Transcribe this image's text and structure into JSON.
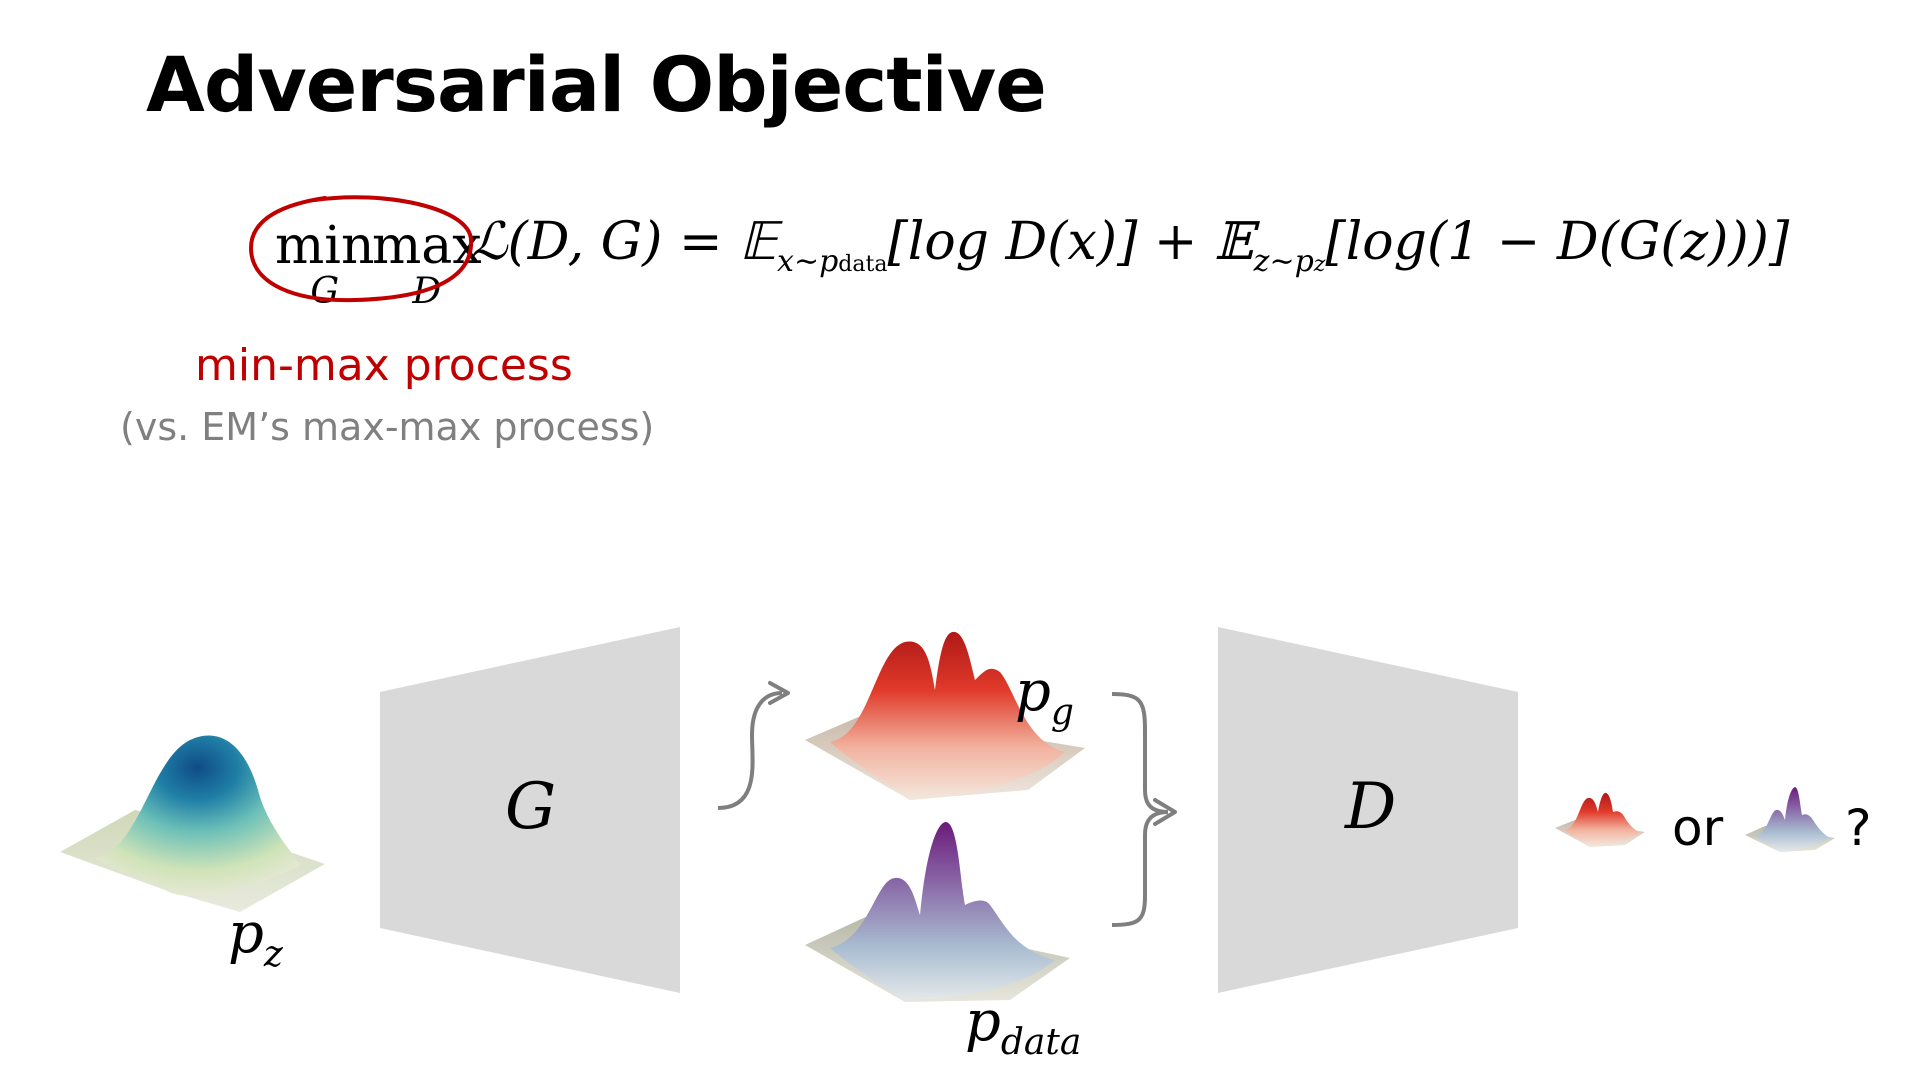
{
  "title": "Adversarial Objective",
  "formula": {
    "min_op": "min",
    "min_sub": "G",
    "max_op": "max",
    "max_sub": "D",
    "objective": "ℒ(D, G) = 𝔼",
    "expect1_sub": "x∼p",
    "expect1_subsub": "data",
    "term1": "[log D(x)] + 𝔼",
    "expect2_sub": "z∼p",
    "expect2_subsub": "z",
    "term2": "[log(1 − D(G(z)))]"
  },
  "annotation": {
    "label": "min-max process",
    "note": "(vs. EM’s max-max process)",
    "color": "#c00000"
  },
  "diagram": {
    "prior_label": "p",
    "prior_sub": "z",
    "generator_label": "G",
    "generated_label": "p",
    "generated_sub": "g",
    "data_label": "p",
    "data_sub": "data",
    "discriminator_label": "D",
    "answer_or": "or",
    "answer_question": "?",
    "colors": {
      "box": "#d9d9d9",
      "arrow": "#7f7f7f",
      "generated_peak": "#d42a1f",
      "data_peak": "#7a2d8a",
      "prior_peak": "#1e5a8e"
    }
  }
}
